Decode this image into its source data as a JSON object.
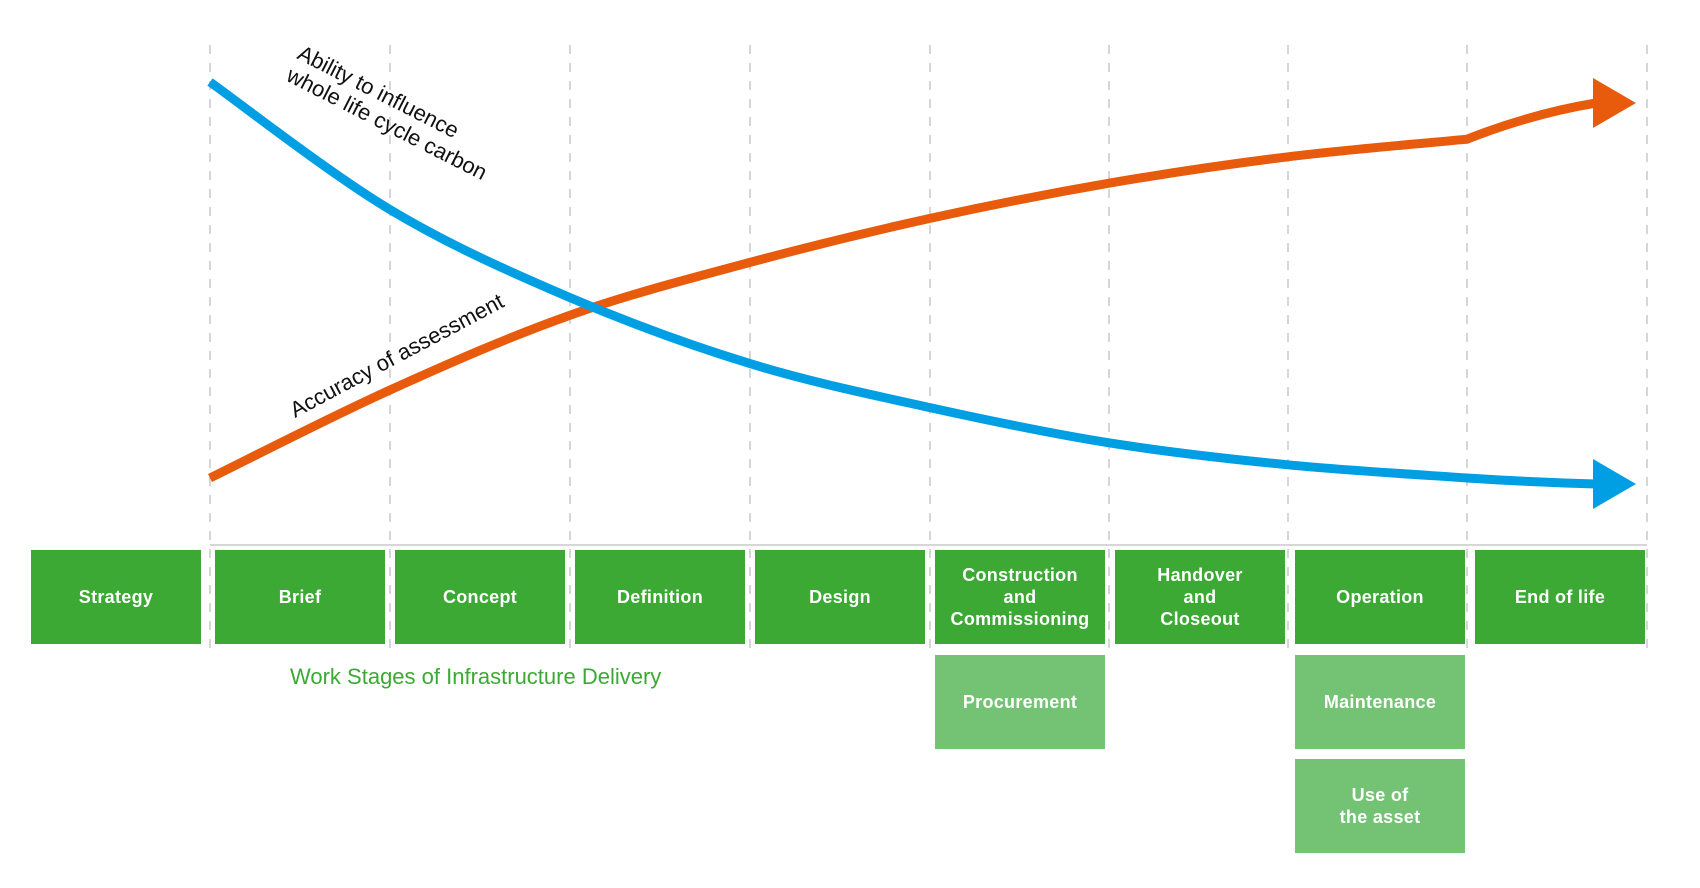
{
  "colors": {
    "influence_curve": "#009fe3",
    "accuracy_curve": "#e85a0c",
    "stage_primary": "#3ca935",
    "stage_secondary": "#74c374",
    "caption": "#3ca935",
    "gridline": "#c8c8c8"
  },
  "curves": {
    "influence": {
      "label_line1": "Ability to influence",
      "label_line2": "whole life cycle carbon",
      "trend": "decreasing",
      "relative_values": [
        0.95,
        0.66,
        0.46,
        0.31,
        0.21,
        0.13,
        0.08,
        0.05
      ]
    },
    "accuracy": {
      "label": "Accuracy of assessment",
      "trend": "increasing",
      "relative_values": [
        0.05,
        0.25,
        0.42,
        0.54,
        0.64,
        0.72,
        0.78,
        0.82
      ]
    }
  },
  "stages": [
    {
      "label": "Strategy",
      "sub": []
    },
    {
      "label": "Brief",
      "sub": []
    },
    {
      "label": "Concept",
      "sub": []
    },
    {
      "label": "Definition",
      "sub": []
    },
    {
      "label": "Design",
      "sub": []
    },
    {
      "label": "Construction\nand\nCommissioning",
      "sub": [
        "Procurement"
      ]
    },
    {
      "label": "Handover\nand\nCloseout",
      "sub": []
    },
    {
      "label": "Operation",
      "sub": [
        "Maintenance",
        "Use of\nthe asset"
      ]
    },
    {
      "label": "End of life",
      "sub": []
    }
  ],
  "caption": "Work Stages of Infrastructure Delivery"
}
